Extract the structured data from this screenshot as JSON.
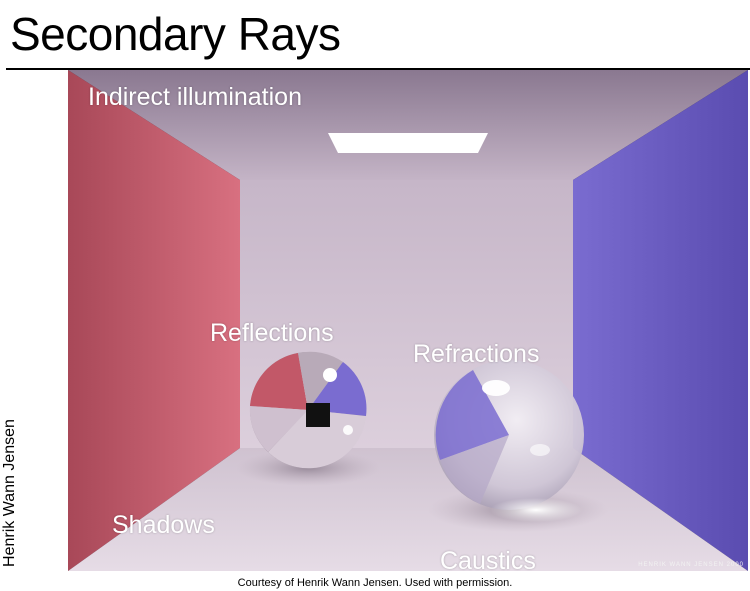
{
  "slide": {
    "title": "Secondary Rays",
    "side_credit": "Henrik Wann Jensen",
    "courtesy": "Courtesy of Henrik Wann Jensen. Used with permission."
  },
  "scene": {
    "labels": {
      "indirect": "Indirect illumination",
      "reflections": "Reflections",
      "refractions": "Refractions",
      "shadows": "Shadows",
      "caustics": "Caustics"
    },
    "watermark": "HENRIK WANN JENSEN 2000",
    "colors": {
      "left_wall": "#c86070",
      "right_wall": "#6c5cc4",
      "back_wall": "#d4c6d4",
      "ceiling": "#b4a0b8",
      "floor": "#d8ccd8",
      "light": "#ffffff"
    }
  }
}
